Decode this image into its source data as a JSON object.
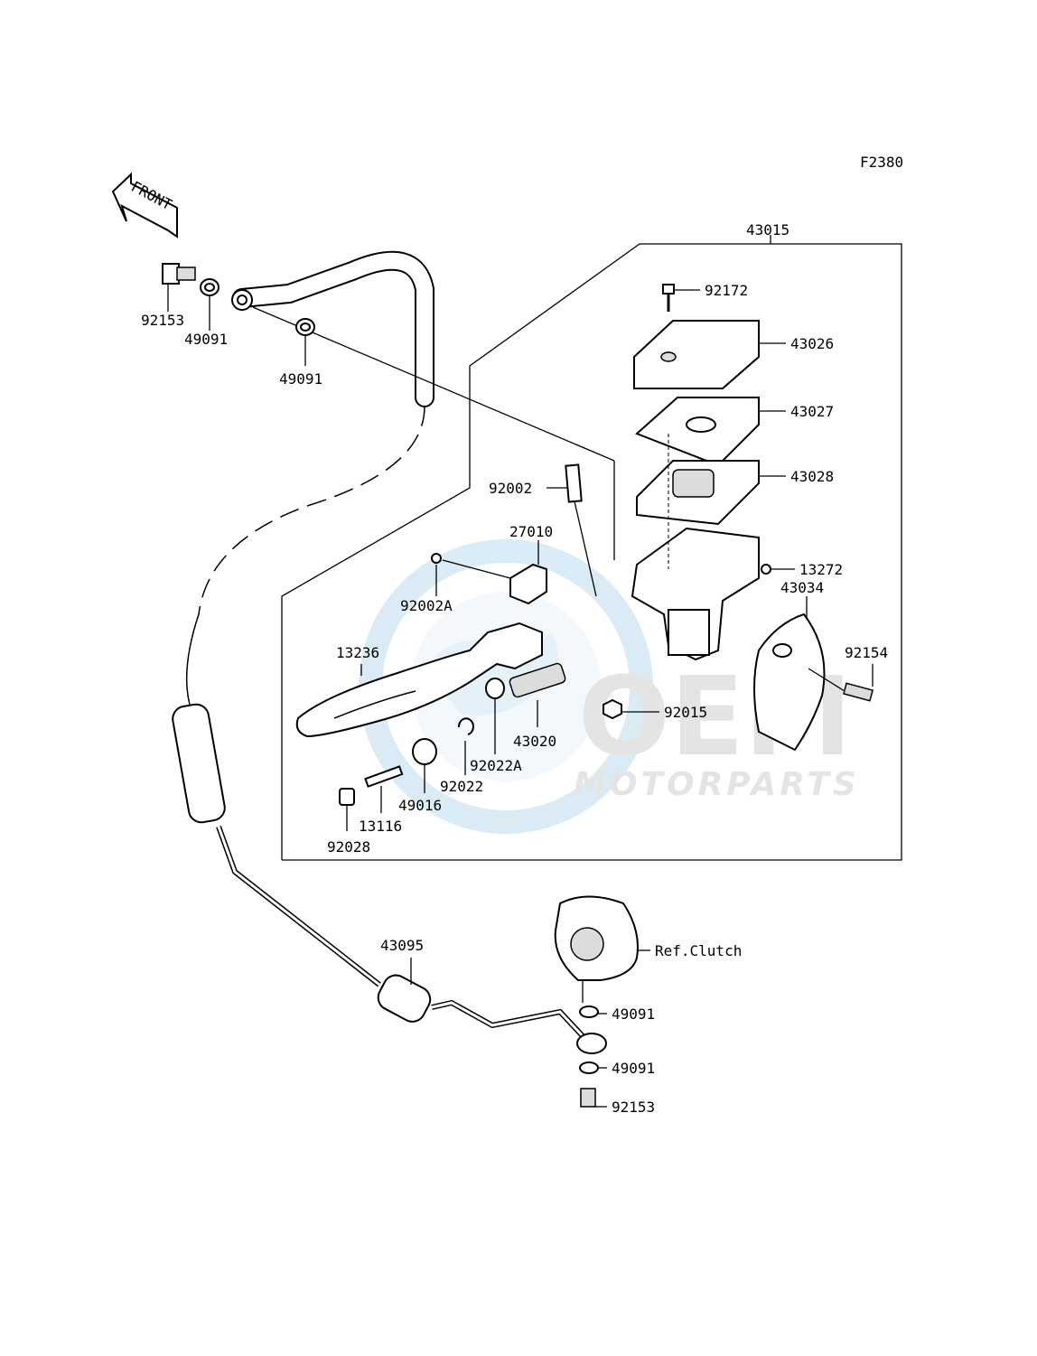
{
  "figure_code": "F2380",
  "front_arrow_text": "FRONT",
  "watermark": {
    "brand_top": "OEM",
    "brand_bottom": "MOTORPARTS",
    "color": "#bcdcf0"
  },
  "parts": [
    {
      "key": "p43015",
      "number": "43015"
    },
    {
      "key": "p92172",
      "number": "92172"
    },
    {
      "key": "p43026",
      "number": "43026"
    },
    {
      "key": "p43027",
      "number": "43027"
    },
    {
      "key": "p43028",
      "number": "43028"
    },
    {
      "key": "p92002",
      "number": "92002"
    },
    {
      "key": "p27010",
      "number": "27010"
    },
    {
      "key": "p13272",
      "number": "13272"
    },
    {
      "key": "p43034",
      "number": "43034"
    },
    {
      "key": "p92002A",
      "number": "92002A"
    },
    {
      "key": "p13236",
      "number": "13236"
    },
    {
      "key": "p92154",
      "number": "92154"
    },
    {
      "key": "p92015",
      "number": "92015"
    },
    {
      "key": "p43020",
      "number": "43020"
    },
    {
      "key": "p92022A",
      "number": "92022A"
    },
    {
      "key": "p92022",
      "number": "92022"
    },
    {
      "key": "p49016",
      "number": "49016"
    },
    {
      "key": "p13116",
      "number": "13116"
    },
    {
      "key": "p92028",
      "number": "92028"
    },
    {
      "key": "p92153_top",
      "number": "92153"
    },
    {
      "key": "p49091_a",
      "number": "49091"
    },
    {
      "key": "p49091_b",
      "number": "49091"
    },
    {
      "key": "p43095",
      "number": "43095"
    },
    {
      "key": "ref_clutch",
      "number": "Ref.Clutch"
    },
    {
      "key": "p49091_c",
      "number": "49091"
    },
    {
      "key": "p49091_d",
      "number": "49091"
    },
    {
      "key": "p92153_bottom",
      "number": "92153"
    }
  ]
}
